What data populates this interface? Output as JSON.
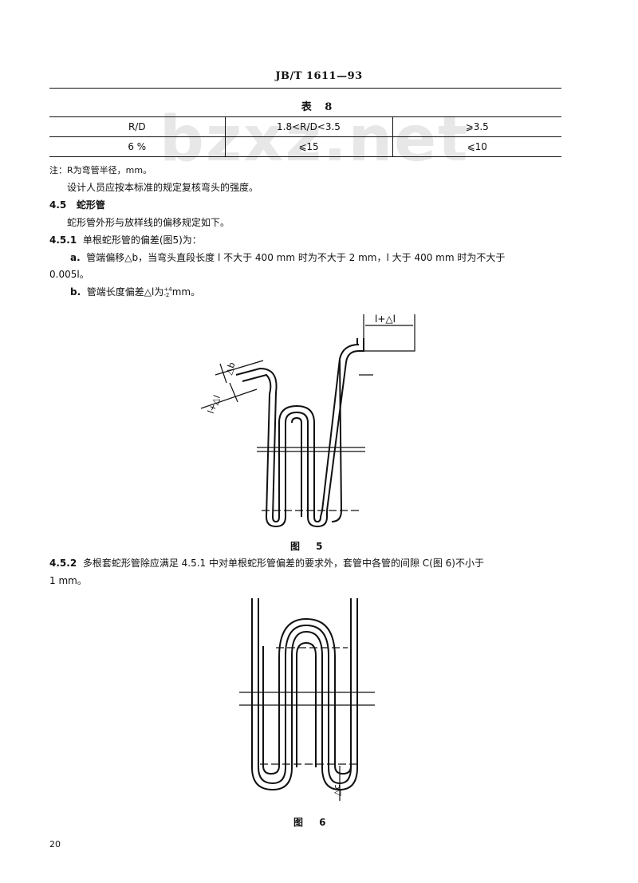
{
  "header": {
    "standard_no": "JB/T 1611—93"
  },
  "watermark": "bzxz.net",
  "table8": {
    "title": "表  8",
    "rows": [
      [
        "R/D",
        "1.8<R/D<3.5",
        "⩾3.5"
      ],
      [
        "6  %",
        "⩽15",
        "⩽10"
      ]
    ]
  },
  "note": "注：R为弯管半径，mm。",
  "para1": "设计人员应按本标准的规定复核弯头的强度。",
  "section_4_5": {
    "number": "4.5",
    "title": "蛇形管"
  },
  "para2": "蛇形管外形与放样线的偏移规定如下。",
  "clause_4_5_1": {
    "number": "4.5.1",
    "text": "单根蛇形管的偏差(图5)为："
  },
  "item_a": {
    "label": "a.",
    "line1": "管端偏移△b，当弯头直段长度 l 不大于 400 mm 时为不大于 2 mm，l 大于 400 mm 时为不大于",
    "line2": "0.005l。"
  },
  "item_b": {
    "label": "b.",
    "text": "管端长度偏差△l为",
    "tol_sup": "+4",
    "tol_sub": "-2",
    "unit": "mm。"
  },
  "figure5": {
    "label_top": "l+△l",
    "label_db": "△b",
    "label_left": "l+△l",
    "caption": "图  5"
  },
  "clause_4_5_2": {
    "number": "4.5.2",
    "line1": "多根套蛇形管除应满足 4.5.1 中对单根蛇形管偏差的要求外，套管中各管的间隙 C(图 6)不小于",
    "line2": "1 mm。"
  },
  "figure6": {
    "label_dc": "△c",
    "caption": "图  6"
  },
  "page_number": "20"
}
